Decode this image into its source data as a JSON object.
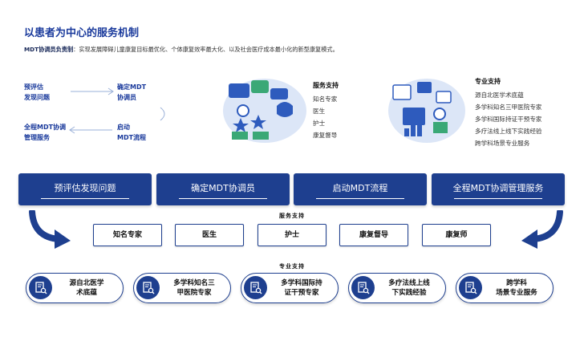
{
  "header": {
    "title": "以患者为中心的服务机制",
    "subtitle_strong": "MDT协调员负责制",
    "subtitle_rest": "：实现发展障碍儿童康复目标最优化、个体康复效率最大化、以及社会医疗成本最小化的新型康复模式。"
  },
  "flow": {
    "tl_line1": "预评估",
    "tl_line2": "发现问题",
    "tr_line1": "确定MDT",
    "tr_line2": "协调员",
    "bl_line1": "全程MDT协调",
    "bl_line2": "管理服务",
    "br_line1": "启动",
    "br_line2": "MDT流程"
  },
  "service_support": {
    "heading": "服务支持",
    "items": [
      "知名专家",
      "医生",
      "护士",
      "康复督导"
    ]
  },
  "professional_support": {
    "heading": "专业支持",
    "items": [
      "源自北医学术底蕴",
      "多学科知名三甲医院专家",
      "多学科国际持证干预专家",
      "多疗法线上线下实践经验",
      "跨学科场景专业服务"
    ]
  },
  "steps": [
    "预评估发现问题",
    "确定MDT协调员",
    "启动MDT流程",
    "全程MDT协调管理服务"
  ],
  "services_label": "服务支持",
  "services": [
    "知名专家",
    "医生",
    "护士",
    "康复督导",
    "康复师"
  ],
  "professional_label": "专业支持",
  "pills": [
    {
      "line1": "源自北医学",
      "line2": "术底蕴"
    },
    {
      "line1": "多学科知名三",
      "line2": "甲医院专家"
    },
    {
      "line1": "多学科国际持",
      "line2": "证干预专家"
    },
    {
      "line1": "多疗法线上线",
      "line2": "下实践经验"
    },
    {
      "line1": "跨学科",
      "line2": "场景专业服务"
    }
  ],
  "colors": {
    "primary": "#1e3f8f",
    "accent_light": "#dce6f7",
    "green": "#3aa876"
  },
  "icons": [
    "certificate-search-icon"
  ]
}
